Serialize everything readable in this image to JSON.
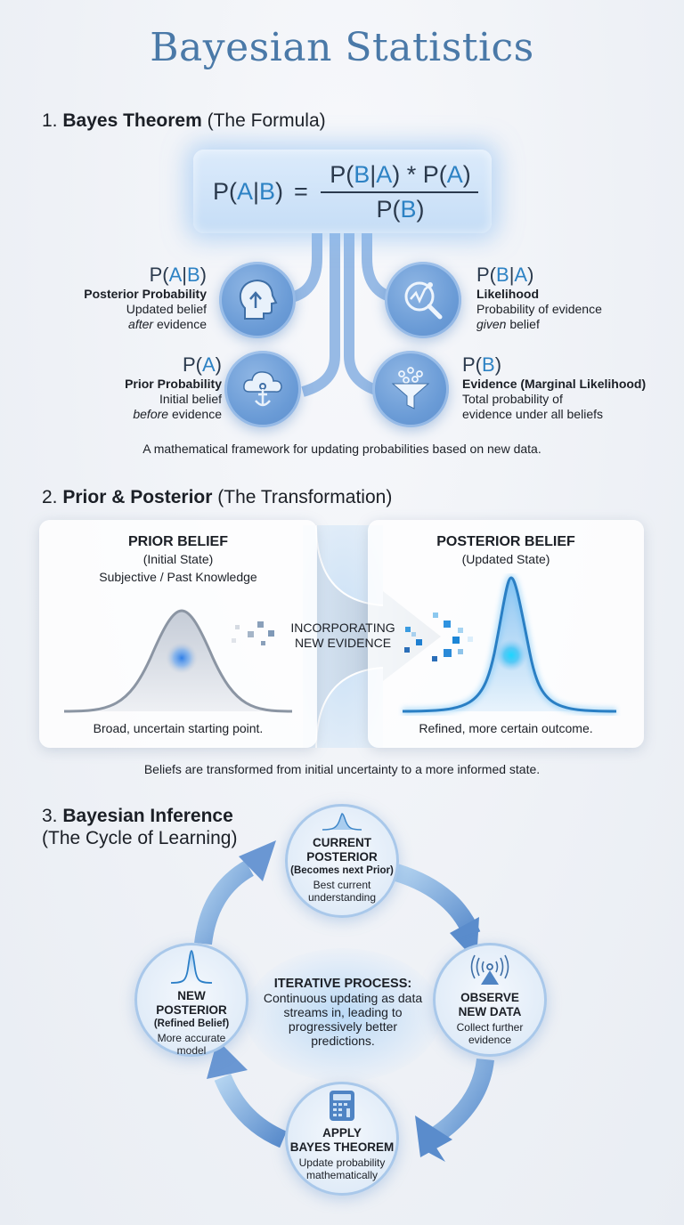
{
  "title": "Bayesian Statistics",
  "section1": {
    "number": "1.",
    "title_bold": "Bayes Theorem",
    "title_rest": "(The Formula)",
    "formula": {
      "lhs": [
        "P(",
        "A",
        "|",
        "B",
        ")"
      ],
      "equals": "=",
      "numerator": [
        "P(",
        "B",
        "|",
        "A",
        ") * P(",
        "A",
        ")"
      ],
      "denominator": [
        "P(",
        "B",
        ")"
      ]
    },
    "terms": [
      {
        "symbol_prefix": "P(",
        "symbol_a": "A",
        "symbol_bar": "|",
        "symbol_b": "B",
        "symbol_suffix": ")",
        "name": "Posterior Probability",
        "desc_line1": "Updated belief",
        "desc_line2_em": "after",
        "desc_line2_rest": " evidence",
        "icon": "head-arrow-up-icon"
      },
      {
        "symbol_prefix": "P(",
        "symbol_a": "B",
        "symbol_bar": "|",
        "symbol_b": "A",
        "symbol_suffix": ")",
        "name": "Likelihood",
        "desc_line1": "Probability of evidence",
        "desc_line2_em": "given",
        "desc_line2_rest": " belief",
        "icon": "magnifier-chart-icon"
      },
      {
        "symbol_prefix": "P(",
        "symbol_a": "A",
        "symbol_suffix": ")",
        "name": "Prior Probability",
        "desc_line1": "Initial belief",
        "desc_line2_em": "before",
        "desc_line2_rest": " evidence",
        "icon": "cloud-anchor-icon"
      },
      {
        "symbol_prefix": "P(",
        "symbol_a": "B",
        "symbol_suffix": ")",
        "name": "Evidence (Marginal Likelihood)",
        "desc_line1": "Total probability of",
        "desc_line2_rest": "evidence under all beliefs",
        "icon": "funnel-icon"
      }
    ],
    "caption": "A mathematical framework for updating probabilities based on new data."
  },
  "section2": {
    "number": "2.",
    "title_bold": "Prior & Posterior",
    "title_rest": "(The Transformation)",
    "prior": {
      "title": "PRIOR BELIEF",
      "subtitle": "(Initial State)",
      "note": "Subjective / Past Knowledge",
      "caption": "Broad, uncertain starting point."
    },
    "arrow_label_line1": "INCORPORATING",
    "arrow_label_line2": "NEW EVIDENCE",
    "posterior": {
      "title": "POSTERIOR BELIEF",
      "subtitle": "(Updated State)",
      "caption": "Refined, more certain outcome."
    },
    "caption": "Beliefs are transformed from initial uncertainty to a more informed state."
  },
  "section3": {
    "number": "3.",
    "title_bold": "Bayesian Inference",
    "title_rest": "(The Cycle of Learning)",
    "nodes": [
      {
        "title1": "CURRENT",
        "title2": "POSTERIOR",
        "paren": "(Becomes next Prior)",
        "desc1": "Best current",
        "desc2": "understanding",
        "icon": "bell-curve-icon"
      },
      {
        "title1": "OBSERVE",
        "title2": "NEW DATA",
        "desc1": "Collect further",
        "desc2": "evidence",
        "icon": "antenna-signal-icon"
      },
      {
        "title1": "APPLY",
        "title2": "BAYES THEOREM",
        "desc1": "Update probability",
        "desc2": "mathematically",
        "icon": "calculator-icon"
      },
      {
        "title1": "NEW",
        "title2": "POSTERIOR",
        "paren": "(Refined Belief)",
        "desc1": "More accurate",
        "desc2": "model",
        "icon": "narrow-bell-curve-icon"
      }
    ],
    "center_title": "ITERATIVE PROCESS:",
    "center_text": "Continuous updating as data streams in, leading to progressively better predictions."
  },
  "colors": {
    "title": "#4a79a8",
    "accent_blue": "#2d82c4",
    "circle_blue": "#6a9bd6",
    "text_dark": "#1b1f26"
  }
}
